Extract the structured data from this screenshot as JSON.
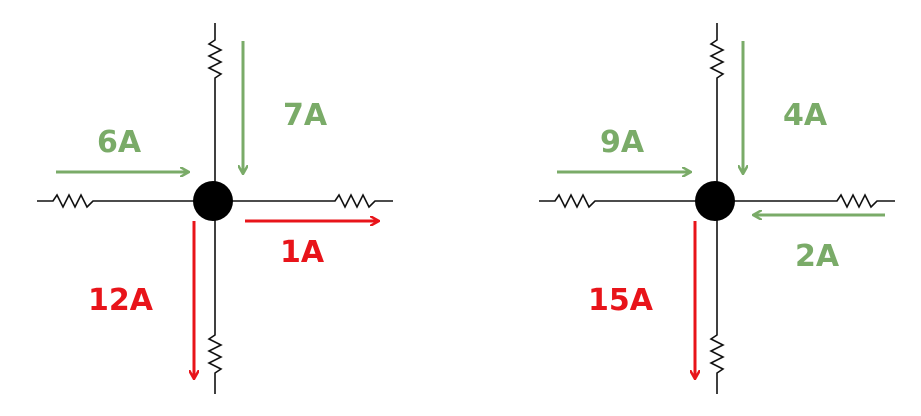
{
  "colors": {
    "incoming": "#7aab68",
    "outgoing": "#e8141a",
    "wire": "#111111"
  },
  "junctions": [
    {
      "name": "left",
      "currents": [
        {
          "label": "6A",
          "direction": "in",
          "side": "left"
        },
        {
          "label": "7A",
          "direction": "in",
          "side": "top"
        },
        {
          "label": "1A",
          "direction": "out",
          "side": "right"
        },
        {
          "label": "12A",
          "direction": "out",
          "side": "bottom"
        }
      ]
    },
    {
      "name": "right",
      "currents": [
        {
          "label": "9A",
          "direction": "in",
          "side": "left"
        },
        {
          "label": "4A",
          "direction": "in",
          "side": "top"
        },
        {
          "label": "2A",
          "direction": "in",
          "side": "right"
        },
        {
          "label": "15A",
          "direction": "out",
          "side": "bottom"
        }
      ]
    }
  ]
}
